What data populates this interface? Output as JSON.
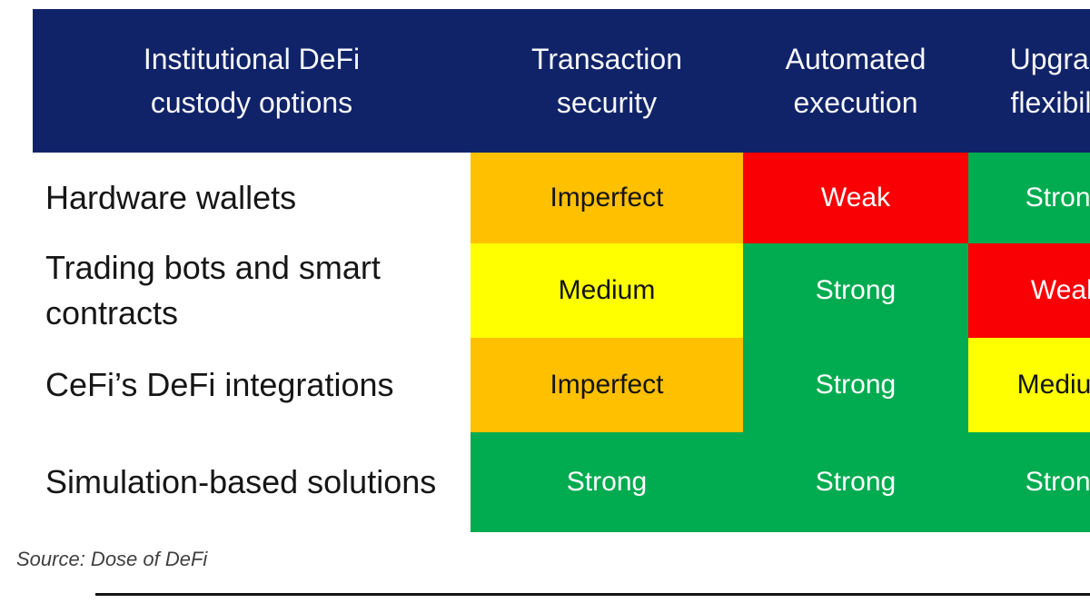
{
  "chart_data": {
    "type": "table",
    "title": "Institutional DeFi custody options",
    "columns": [
      "Transaction security",
      "Automated execution",
      "Upgrade flexibility"
    ],
    "rows": [
      "Hardware wallets",
      "Trading bots and smart contracts",
      "CeFi’s DeFi integrations",
      "Simulation-based solutions"
    ],
    "values": [
      [
        "Imperfect",
        "Weak",
        "Strong"
      ],
      [
        "Medium",
        "Strong",
        "Weak"
      ],
      [
        "Imperfect",
        "Strong",
        "Medium"
      ],
      [
        "Strong",
        "Strong",
        "Strong"
      ]
    ],
    "legend_position": "none",
    "source": "Source: Dose of DeFi",
    "color_coding": {
      "Strong": "#01ab4f",
      "Medium": "#ffff00",
      "Imperfect": "#ffc000",
      "Weak": "#f90004"
    }
  },
  "table": {
    "header": {
      "columns": [
        {
          "label": "Institutional DeFi\ncustody options"
        },
        {
          "label": "Transaction\nsecurity"
        },
        {
          "label": "Automated\nexecution"
        },
        {
          "label": "Upgrade\nflexibility"
        }
      ]
    },
    "rows": [
      {
        "label": "Hardware wallets",
        "cells": [
          {
            "text": "Imperfect",
            "level": "imperfect"
          },
          {
            "text": "Weak",
            "level": "weak"
          },
          {
            "text": "Strong",
            "level": "strong"
          }
        ]
      },
      {
        "label": "Trading bots and smart contracts",
        "cells": [
          {
            "text": "Medium",
            "level": "medium"
          },
          {
            "text": "Strong",
            "level": "strong"
          },
          {
            "text": "Weak",
            "level": "weak"
          }
        ]
      },
      {
        "label": "CeFi’s DeFi integrations",
        "cells": [
          {
            "text": "Imperfect",
            "level": "imperfect"
          },
          {
            "text": "Strong",
            "level": "strong"
          },
          {
            "text": "Medium",
            "level": "medium"
          }
        ]
      },
      {
        "label": "Simulation-based solutions",
        "cells": [
          {
            "text": "Strong",
            "level": "strong"
          },
          {
            "text": "Strong",
            "level": "strong"
          },
          {
            "text": "Strong",
            "level": "strong"
          }
        ]
      }
    ]
  },
  "footer": {
    "source": "Source: Dose of DeFi"
  },
  "colors": {
    "header_bg": "#112368",
    "header_text": "#f7f8fb",
    "imperfect": "#ffc000",
    "medium": "#ffff00",
    "weak": "#f90004",
    "strong": "#01ab4f",
    "divider": "#141414"
  }
}
